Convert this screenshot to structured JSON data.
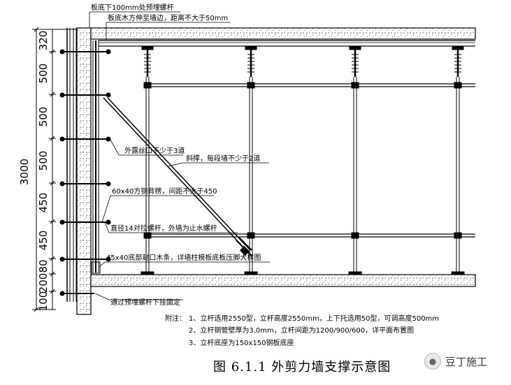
{
  "title": "图 6.1.1  外剪力墙支撑示意图",
  "watermark": {
    "text": "豆丁施工",
    "icon": "chat-bubble-icon"
  },
  "dimensions": {
    "total": "3000",
    "segments": [
      "320",
      "500",
      "500",
      "500",
      "450",
      "450",
      "80",
      "200",
      "100"
    ]
  },
  "annotations": {
    "embed_bolt_top": "板底下100mm处预埋螺杆",
    "slab_timber": "板底木方伸至墙边，距离不大于50mm",
    "diagonal": "斜撑，每段墙不少于2道",
    "exposed_thread": "外露丝口不少于3道",
    "steel_back_rib": "60x40方钢背楞，间距不大于450",
    "tie_bolt": "直径14对拉螺杆，外墙为止水螺杆",
    "bottom_timber": "45x40底部封口木条，详墙柱模板底板压脚大样图",
    "embed_bolt_bottom": "通过预埋螺杆下挂固定"
  },
  "notes": {
    "title": "附注：",
    "items": [
      "1、立杆选用2550型，立杆高度2550mm，上下托选用50型，可调高度500mm",
      "2、立杆钢管壁厚为3.0mm，立杆间距为1200/900/600，详平面布置图",
      "3、立杆底座为150x150钢板底座"
    ]
  }
}
